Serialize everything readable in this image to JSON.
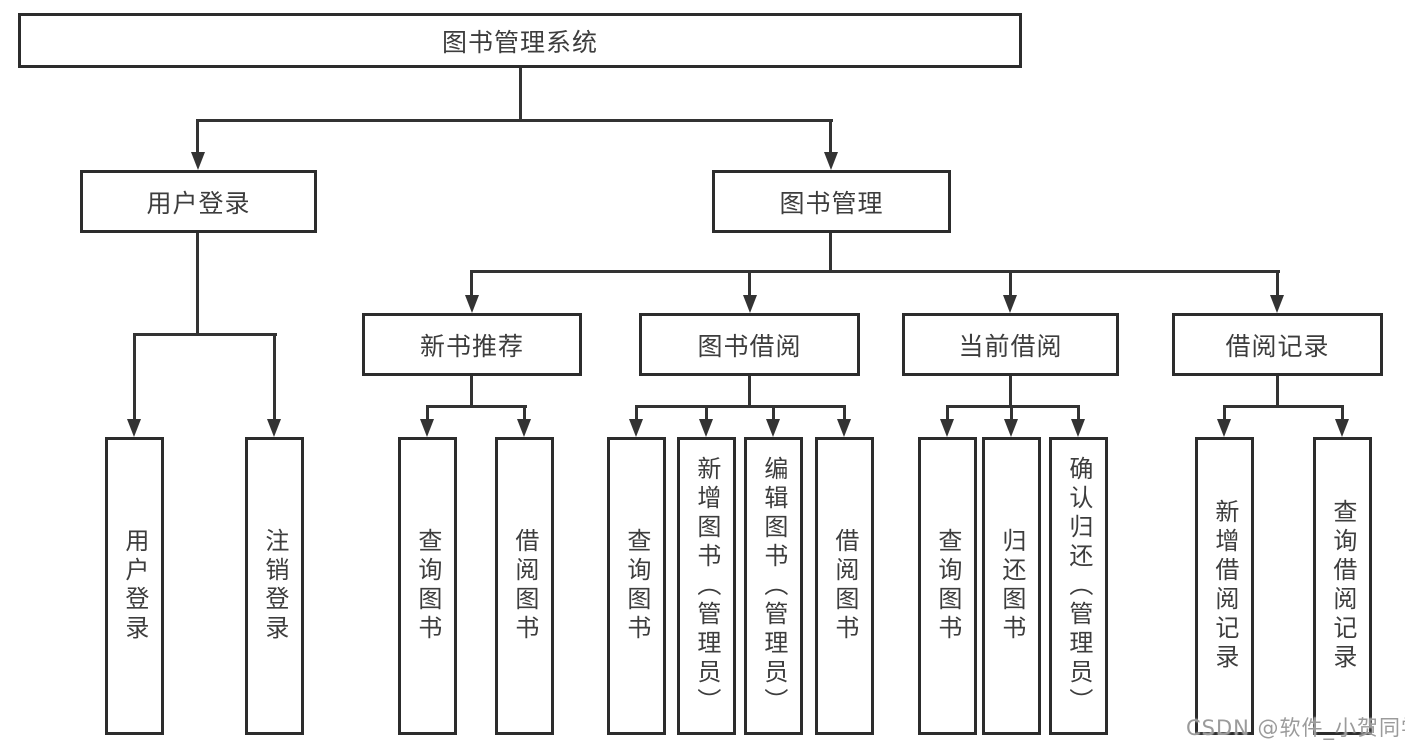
{
  "tree": {
    "root": {
      "label": "图书管理系统",
      "children": [
        {
          "label": "用户登录",
          "children": [
            {
              "label": "用户登录"
            },
            {
              "label": "注销登录"
            }
          ]
        },
        {
          "label": "图书管理",
          "children": [
            {
              "label": "新书推荐",
              "children": [
                {
                  "label": "查询图书"
                },
                {
                  "label": "借阅图书"
                }
              ]
            },
            {
              "label": "图书借阅",
              "children": [
                {
                  "label": "查询图书"
                },
                {
                  "label": "新增图书（管理员）"
                },
                {
                  "label": "编辑图书（管理员）"
                },
                {
                  "label": "借阅图书"
                }
              ]
            },
            {
              "label": "当前借阅",
              "children": [
                {
                  "label": "查询图书"
                },
                {
                  "label": "归还图书"
                },
                {
                  "label": "确认归还（管理员）"
                }
              ]
            },
            {
              "label": "借阅记录",
              "children": [
                {
                  "label": "新增借阅记录"
                },
                {
                  "label": "查询借阅记录"
                }
              ]
            }
          ]
        }
      ]
    }
  },
  "watermark": {
    "text": "CSDN @软件_小贺同学"
  },
  "colors": {
    "background": "#ffffff",
    "box_border": "#2c2c2c",
    "box_fill": "#ffffff",
    "line": "#333333",
    "text": "#3d3d3d",
    "watermark": "#9b9b9b"
  }
}
